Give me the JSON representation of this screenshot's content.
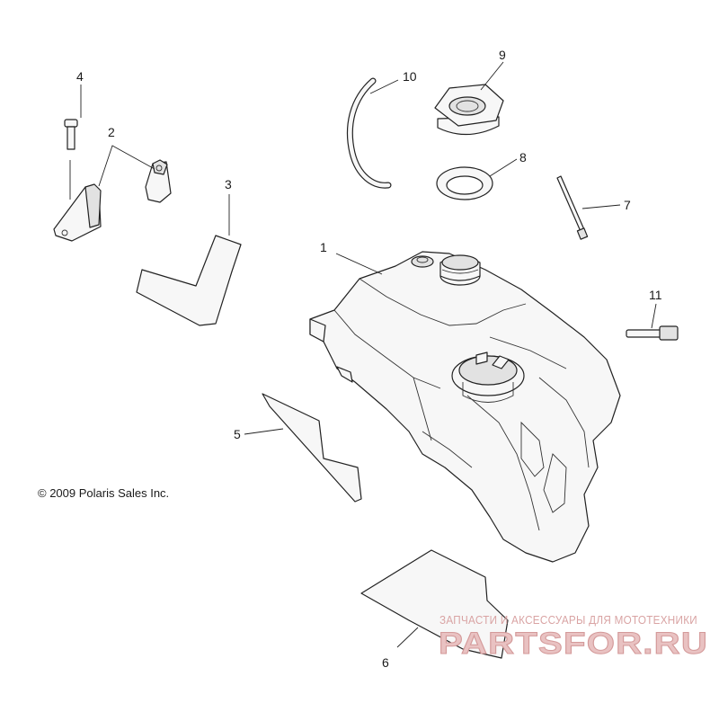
{
  "diagram": {
    "callouts": [
      "1",
      "2",
      "3",
      "4",
      "5",
      "6",
      "7",
      "8",
      "9",
      "10",
      "11"
    ],
    "copyright": "© 2009 Polaris Sales Inc.",
    "watermark": {
      "tagline": "ЗАПЧАСТИ И АКСЕССУАРЫ ДЛЯ МОТОТЕХНИКИ",
      "brand": "PARTSFOR.RU"
    }
  }
}
